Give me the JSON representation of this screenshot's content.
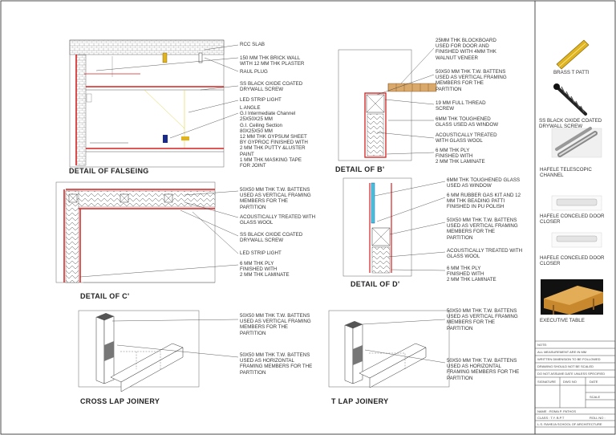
{
  "details": {
    "falseing": {
      "title": "DETAIL OF FALSEING",
      "notes": [
        "RCC SLAB",
        "150 MM THK BRICK WALL\nWITH 12 MM THK PLASTER",
        "RAUL PLUG",
        "SS BLACK OXIDE COATED\nDRYWALL SCREW",
        "LED STRIP LIGHT",
        "L ANGLE\nG.I Intermediate Channel\n25X50X25 MM\nG.I.    Ceiling Section\n80X25X50 MM\n12 MM THK GYPSUM SHEET\nBY GYPROC FINISHED WITH\n2 MM THK PUTTY &LUSTER\nPAINT\n1 MM THK MASKING TAPE\nFOR JOINT"
      ]
    },
    "b": {
      "title": "DETAIL OF B'",
      "notes": [
        "25MM THK BLOCKBOARD\nUSED FOR DOOR AND\nFINISHED WITH 4MM THK\nWALNUT VENEER",
        "50X50  MM THK T.W. BATTENS\nUSED AS VERTICAL FRAMING\nMEMBERS FOR THE\nPARTITION",
        "19 MM FULL THREAD\nSCREW",
        "6MM THK TOUGHENED\nGLASS USED AS WINDOW",
        "ACOUSTICALLY TREATED\nWITH GLASS WOOL",
        "6 MM THK PLY\nFINISHED WITH\n 2 MM THK LAMINATE"
      ]
    },
    "c": {
      "title": "DETAIL OF C'",
      "notes": [
        "50X50  MM THK T.W. BATTENS\nUSED AS VERTICAL FRAMING\nMEMBERS FOR THE\nPARTITION",
        "ACOUSTICALLY TREATED WITH\nGLASS WOOL",
        "SS BLACK OXIDE COATED\nDRYWALL SCREW",
        "LED STRIP LIGHT",
        "6 MM THK PLY\nFINISHED WITH\n 2 MM THK LAMINATE"
      ]
    },
    "d": {
      "title": "DETAIL OF D'",
      "notes": [
        "6MM THK TOUGHENED GLASS\nUSED AS WINDOW",
        "6 MM RUBBER GAS KIT AND 12\nMM THK BEADING PATTI\nFINISHED IN PU POLISH",
        "50X50  MM THK T.W. BATTENS\nUSED AS VERTICAL FRAMING\nMEMBERS FOR THE\nPARTITION",
        "ACOUSTICALLY TREATED WITH\nGLASS WOOL",
        "6 MM THK PLY\nFINISHED WITH\n 2 MM THK LAMINATE"
      ]
    },
    "cross": {
      "title": "CROSS LAP JOINERY",
      "notes": [
        "50X50 MM THK T.W. BATTENS\nUSED AS VERTICAL FRAMING\nMEMBERS FOR THE\nPARTITION",
        "50X50 MM THK T.W. BATTENS\nUSED AS HORIZONTAL\nFRAMING MEMBERS FOR THE\nPARTITION"
      ]
    },
    "tlap": {
      "title": "T LAP JOINERY",
      "notes": [
        "50X50 MM THK T.W. BATTENS\nUSED AS VERTICAL FRAMING\nMEMBERS FOR THE\nPARTITION",
        "50X50 MM THK T.W. BATTENS\nUSED AS HORIZONTAL\nFRAMING MEMBERS FOR THE\nPARTITION"
      ]
    }
  },
  "sidebar": {
    "items": [
      "BRASS T PATTI",
      "SS BLACK OXIDE COATED\nDRYWALL SCREW",
      "HAFELE  TELESCOPIC\nCHANNEL",
      "HAFELE CONCELED DOOR\nCLOSER",
      "HAFELE CONCELED DOOR\nCLOSER",
      "EXECUTIVE TABLE"
    ]
  },
  "title_block": {
    "note_label": "NOTE:",
    "notes": [
      "ALL MEASUREMENT ARE IN MM",
      "WRITTEN DIMENSION TO BE FOLLOWED",
      "DRAWING SHOULD NOT BE SCALED",
      "DO NOT ASSUME DATE UNLESS SPECIFIED"
    ],
    "signature": "SIGNATURE",
    "dwg_no": "DWG NO",
    "date": "DATE",
    "scale": "SCALE",
    "name": "NAME : ROMA P. PATHOS",
    "class": "CLASS : T.Y. B.P.T",
    "roll": "ROLL NO :",
    "school": "L.S. RAHEJA SCHOOL OF ARCHITECTURE"
  },
  "colors": {
    "red": "#d42020",
    "brass": "#e0b420",
    "wood": "#d9a86b",
    "glass": "#3fc8e0",
    "navy": "#1a2a8a"
  }
}
